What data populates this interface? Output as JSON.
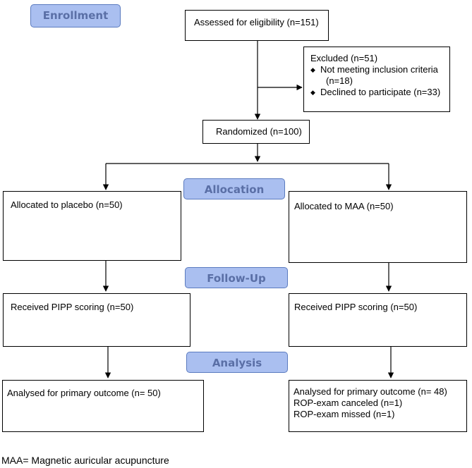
{
  "stages": {
    "enrollment": "Enrollment",
    "allocation": "Allocation",
    "follow_up": "Follow-Up",
    "analysis": "Analysis"
  },
  "assessed": "Assessed for eligibility (n=151)",
  "excluded": {
    "title": "Excluded  (n=51)",
    "items": [
      {
        "line1": "Not meeting inclusion criteria",
        "line2": "(n=18)"
      },
      {
        "line1": "Declined to participate (n=33)",
        "line2": ""
      }
    ]
  },
  "randomized": "Randomized (n=100)",
  "left": {
    "allocated": "Allocated to placebo (n=50)",
    "followup": "Received PIPP scoring (n=50)",
    "analysis": [
      "Analysed for primary outcome (n= 50)"
    ]
  },
  "right": {
    "allocated": "Allocated to MAA (n=50)",
    "followup": "Received PIPP scoring (n=50)",
    "analysis": [
      "Analysed for primary outcome (n= 48)",
      "ROP-exam canceled (n=1)",
      "ROP-exam missed (n=1)"
    ]
  },
  "footnote": "MAA= Magnetic auricular acupuncture"
}
